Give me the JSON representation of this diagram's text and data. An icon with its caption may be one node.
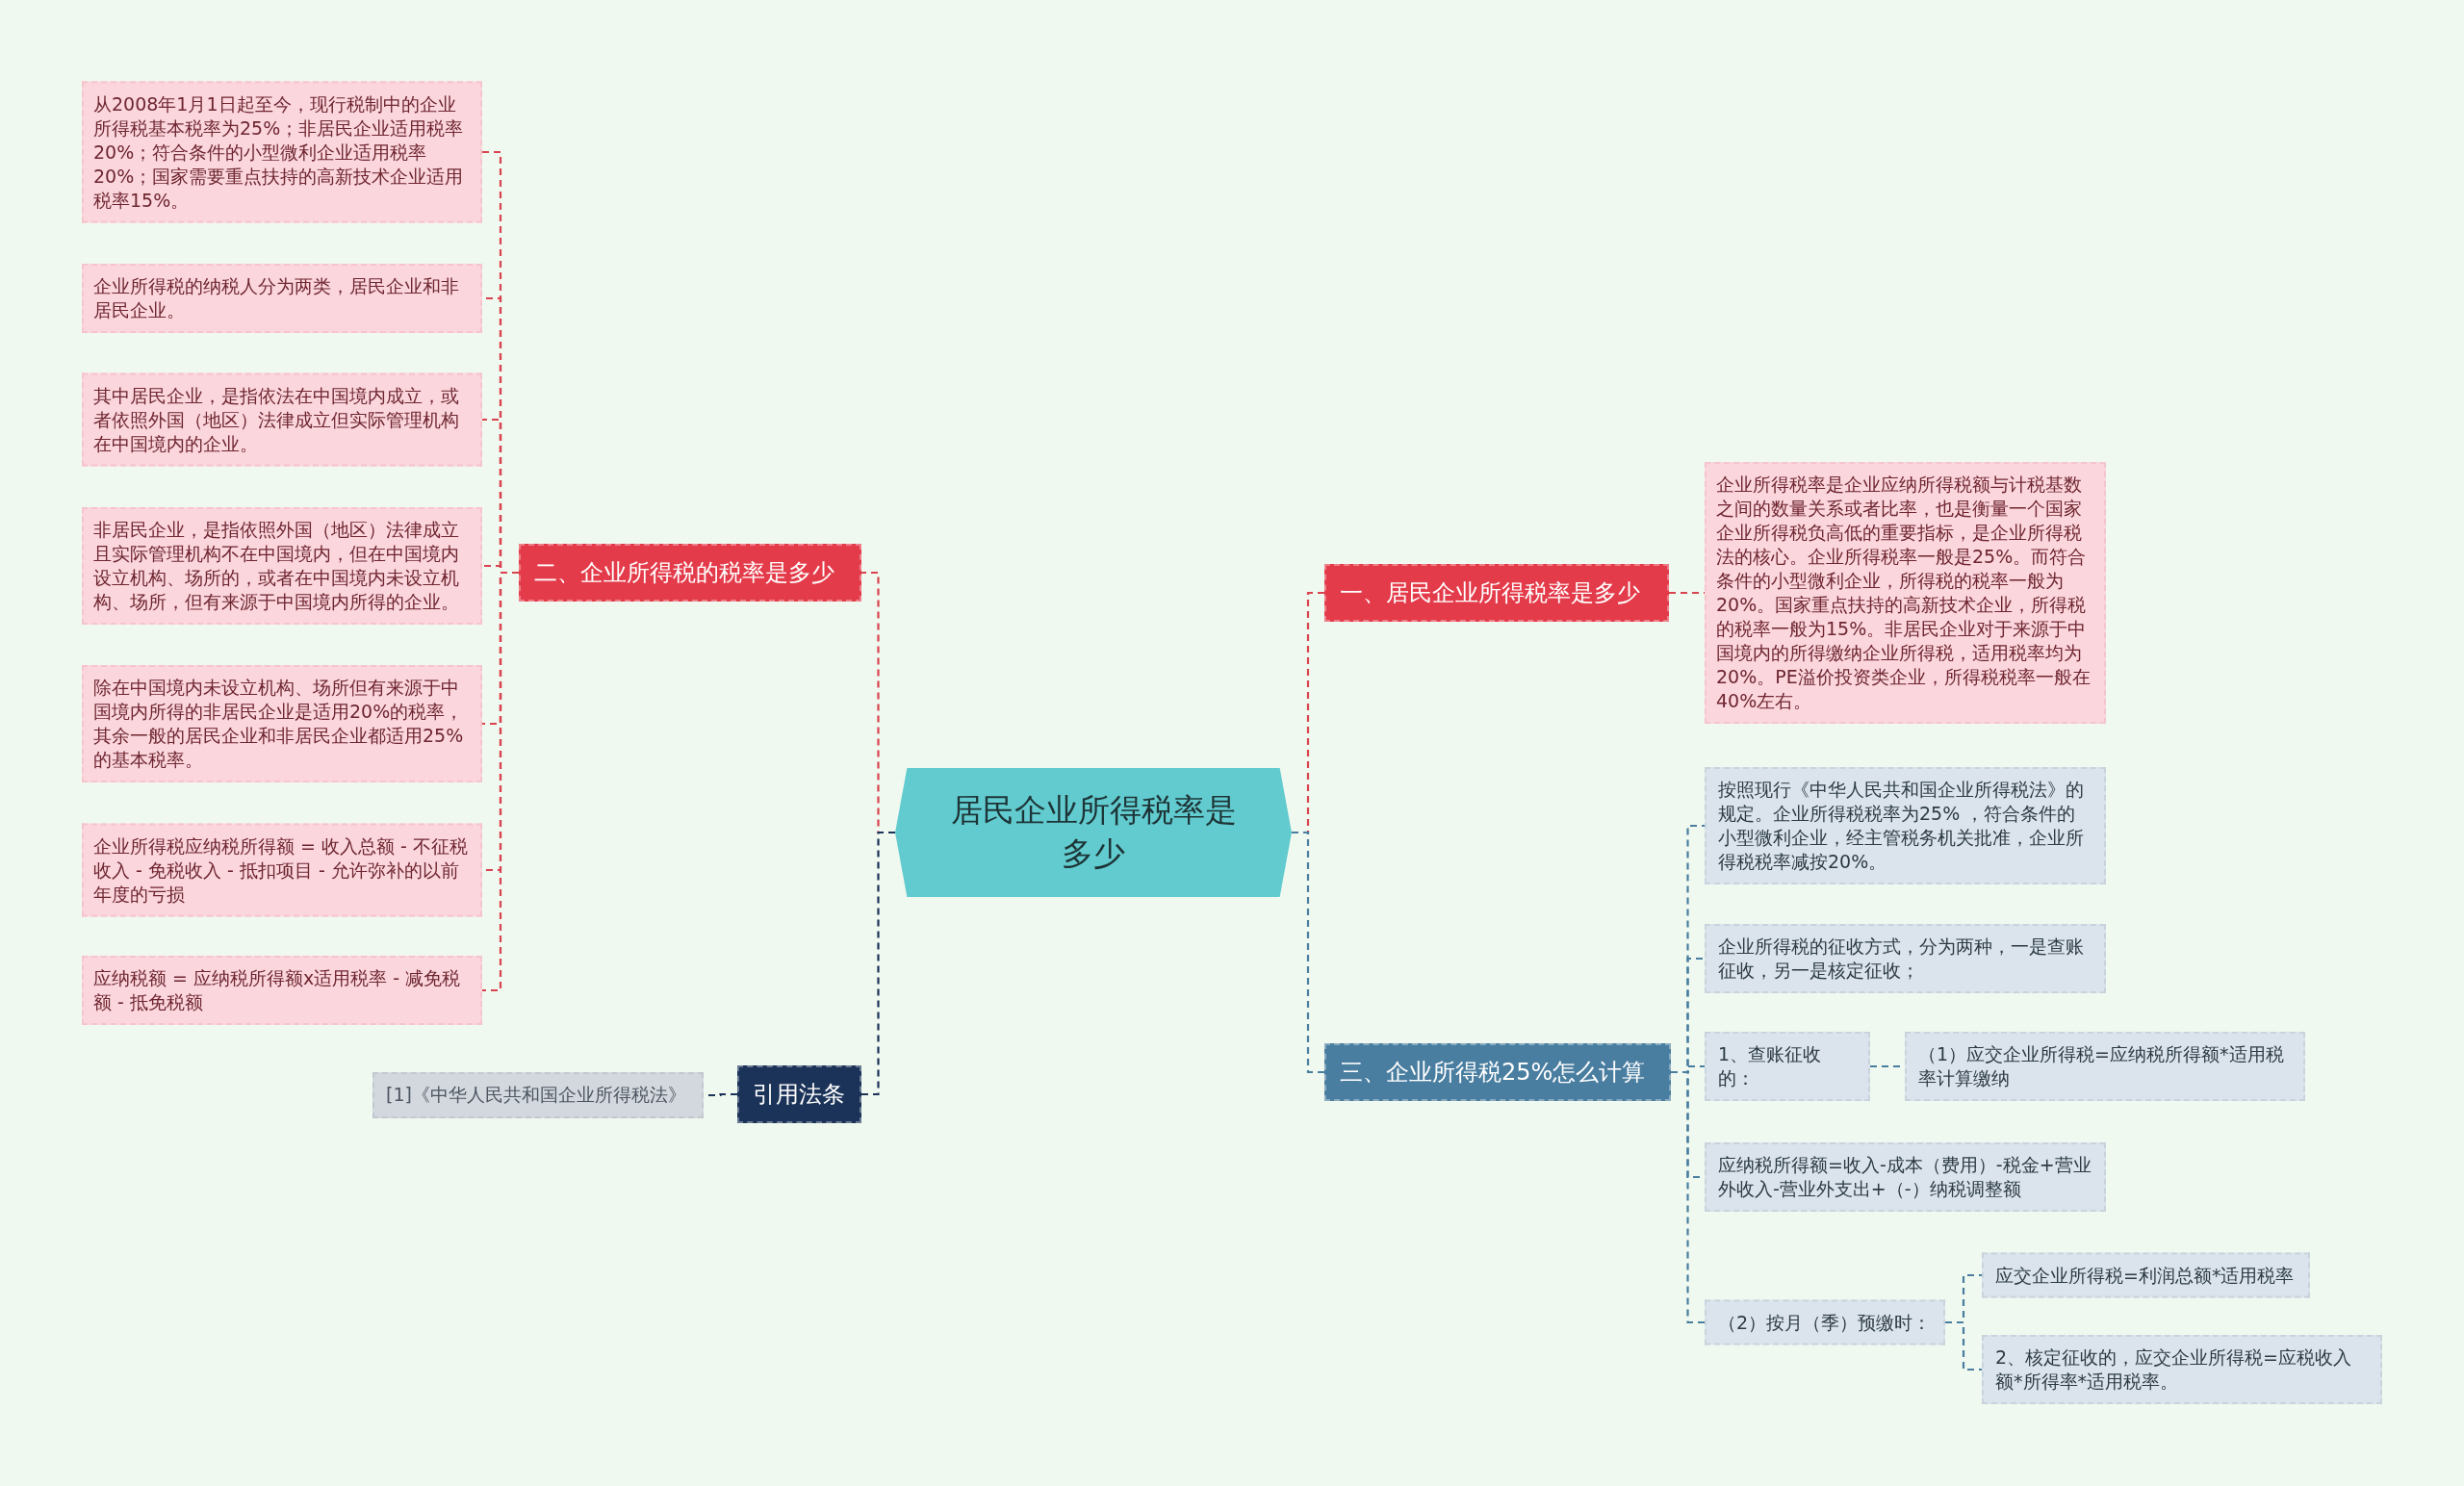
{
  "diagram": {
    "nodes": [
      {
        "text": [
          "居民企业所得税率是多少"
        ]
      },
      {
        "text": [
          "二、企业所得税的税率是多少"
        ]
      },
      {
        "text": [
          "从2008年1月1日起至今，现行税制中的企业所得税基本税率为25%；非居民企业适用税率20%；符合条件的小型微利企业适用税率20%；国家需要重点扶持的高新技术企业适用税率15%。"
        ]
      },
      {
        "text": [
          "企业所得税的纳税人分为两类，居民企业和非居民企业。"
        ]
      },
      {
        "text": [
          "其中居民企业，是指依法在中国境内成立，或者依照外国（地区）法律成立但实际管理机构在中国境内的企业。"
        ]
      },
      {
        "text": [
          "非居民企业，是指依照外国（地区）法律成立且实际管理机构不在中国境内，但在中国境内设立机构、场所的，或者在中国境内未设立机构、场所，但有来源于中国境内所得的企业。"
        ]
      },
      {
        "text": [
          "除在中国境内未设立机构、场所但有来源于中国境内所得的非居民企业是适用20%的税率，其余一般的居民企业和非居民企业都适用25%的基本税率。"
        ]
      },
      {
        "text": [
          "企业所得税应纳税所得额 = 收入总额 - 不征税收入 - 免税收入 - 抵扣项目 - 允许弥补的以前年度的亏损"
        ]
      },
      {
        "text": [
          "应纳税额 = 应纳税所得额x适用税率 - 减免税额 - 抵免税额"
        ]
      },
      {
        "text": [
          "引用法条"
        ]
      },
      {
        "text": [
          "[1]《中华人民共和国企业所得税法》"
        ]
      },
      {
        "text": [
          "一、居民企业所得税率是多少"
        ]
      },
      {
        "text": [
          "企业所得税率是企业应纳所得税额与计税基数之间的数量关系或者比率，也是衡量一个国家企业所得税负高低的重要指标，是企业所得税法的核心。企业所得税率一般是25%。而符合条件的小型微利企业，所得税的税率一般为20%。国家重点扶持的高新技术企业，所得税的税率一般为15%。非居民企业对于来源于中国境内的所得缴纳企业所得税，适用税率均为20%。PE溢价投资类企业，所得税税率一般在40%左右。"
        ]
      },
      {
        "text": [
          "三、企业所得税25%怎么计算"
        ]
      },
      {
        "text": [
          "按照现行《中华人民共和国企业所得税法》的规定。企业所得税税率为25% ，符合条件的小型微利企业，经主管税务机关批准，企业所得税税率减按20%。"
        ]
      },
      {
        "text": [
          "企业所得税的征收方式，分为两种，一是查账征收，另一是核定征收；"
        ]
      },
      {
        "text": [
          "1、查账征收的："
        ]
      },
      {
        "text": [
          "（1）应交企业所得税=应纳税所得额*适用税率计算缴纳"
        ]
      },
      {
        "text": [
          "应纳税所得额=收入-成本（费用）-税金+营业外收入-营业外支出+（-）纳税调整额"
        ]
      },
      {
        "text": [
          "（2）按月（季）预缴时："
        ]
      },
      {
        "text": [
          "应交企业所得税=利润总额*适用税率"
        ]
      },
      {
        "text": [
          "2、核定征收的，应交企业所得税=应税收入额*所得率*适用税率。"
        ]
      }
    ],
    "edges": [
      {
        "from": 0,
        "to": 1,
        "arrow": "none",
        "color": "#d9434f"
      },
      {
        "from": 1,
        "to": 2,
        "arrow": "none",
        "color": "#d9434f"
      },
      {
        "from": 1,
        "to": 3,
        "arrow": "none",
        "color": "#d9434f"
      },
      {
        "from": 1,
        "to": 4,
        "arrow": "none",
        "color": "#d9434f"
      },
      {
        "from": 1,
        "to": 5,
        "arrow": "none",
        "color": "#d9434f"
      },
      {
        "from": 1,
        "to": 6,
        "arrow": "none",
        "color": "#d9434f"
      },
      {
        "from": 1,
        "to": 7,
        "arrow": "none",
        "color": "#d9434f"
      },
      {
        "from": 1,
        "to": 8,
        "arrow": "none",
        "color": "#d9434f"
      },
      {
        "from": 0,
        "to": 9,
        "arrow": "none",
        "color": "#1c3359"
      },
      {
        "from": 9,
        "to": 10,
        "arrow": "none",
        "color": "#1c3359"
      },
      {
        "from": 0,
        "to": 11,
        "arrow": "none",
        "color": "#d9434f"
      },
      {
        "from": 11,
        "to": 12,
        "arrow": "none",
        "color": "#d9434f"
      },
      {
        "from": 0,
        "to": 13,
        "arrow": "none",
        "color": "#4a7ea0"
      },
      {
        "from": 13,
        "to": 14,
        "arrow": "none",
        "color": "#4a7ea0"
      },
      {
        "from": 13,
        "to": 15,
        "arrow": "none",
        "color": "#4a7ea0"
      },
      {
        "from": 13,
        "to": 16,
        "arrow": "none",
        "color": "#4a7ea0"
      },
      {
        "from": 16,
        "to": 17,
        "arrow": "none",
        "color": "#4a7ea0"
      },
      {
        "from": 13,
        "to": 18,
        "arrow": "none",
        "color": "#4a7ea0"
      },
      {
        "from": 13,
        "to": 19,
        "arrow": "none",
        "color": "#4a7ea0"
      },
      {
        "from": 19,
        "to": 20,
        "arrow": "none",
        "color": "#4a7ea0"
      },
      {
        "from": 19,
        "to": 21,
        "arrow": "none",
        "color": "#4a7ea0"
      }
    ]
  }
}
